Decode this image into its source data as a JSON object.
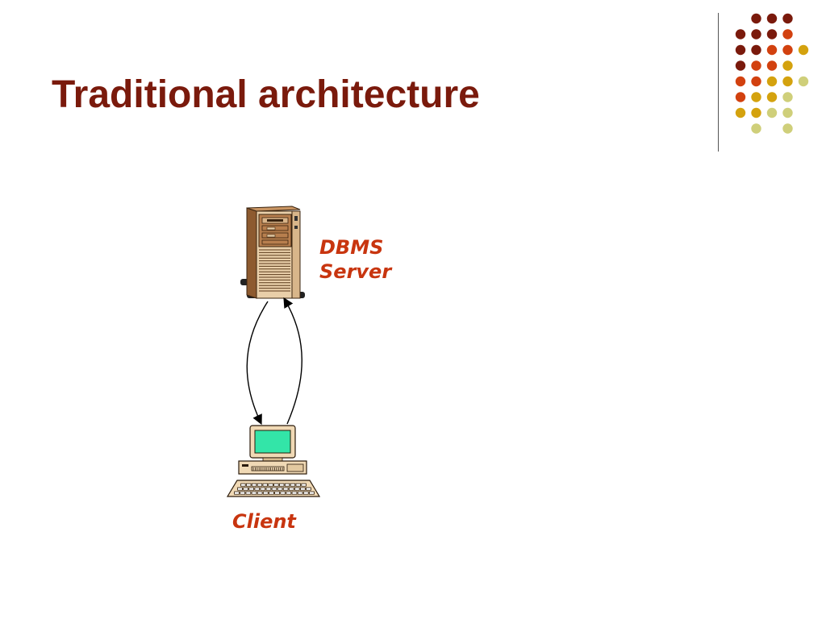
{
  "slide": {
    "title": "Traditional architecture",
    "server_label_line1": "DBMS",
    "server_label_line2": "Server",
    "client_label": "Client"
  },
  "colors": {
    "title": "#7a1a0c",
    "label": "#c8350f",
    "dot_dark_red": "#7a1a0c",
    "dot_orange": "#d2410f",
    "dot_gold": "#d4a20e",
    "dot_khaki": "#cfcf7a",
    "server_body": "#b87f4e",
    "server_front": "#e9cfa9",
    "monitor_screen": "#33e5a8",
    "client_body": "#f0d9b5"
  },
  "icons": {
    "server": "server-tower-icon",
    "client": "desktop-computer-icon"
  }
}
